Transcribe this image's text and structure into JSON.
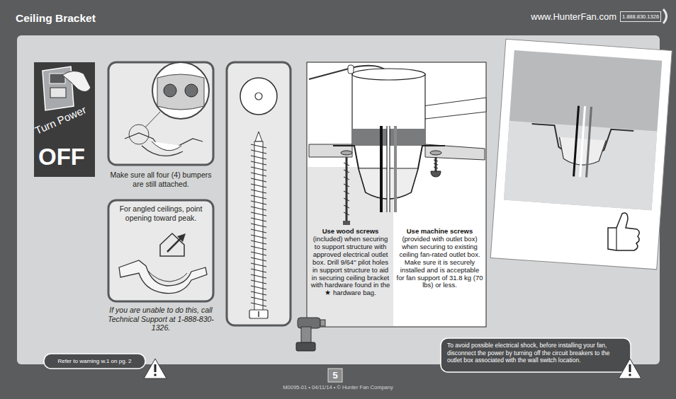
{
  "diagram": {
    "title": "Ceiling Bracket",
    "nodes": [
      {
        "text": [
          "1.888.830.1326"
        ]
      },
      {
        "text": [
          "Turn Power",
          "OFF"
        ]
      },
      {
        "text": [
          "Make sure all four (4) bumpers are still attached."
        ]
      },
      {
        "text": [
          "For angled ceilings, point opening toward peak.",
          "If you are unable to do this, call Technical Support at 1-888-830-1326."
        ]
      },
      {
        "text": [
          "Use wood screws",
          "(included) when securing to support structure with approved electrical outlet box. Drill 9/64\" pilot holes in support structure to aid in securing ceiling bracket with hardware found in the ★ hardware bag."
        ]
      },
      {
        "text": [
          "Use machine screws",
          "(provided with outlet box) when securing to existing ceiling fan-rated outlet box. Make sure it is securely installed and is acceptable for fan support of 31.8 kg (70 lbs) or less."
        ]
      },
      {
        "text": [
          "Refer to warning w.1 on pg. 2"
        ]
      },
      {
        "text": [
          "5"
        ]
      },
      {
        "text": [
          "To avoid possible electrical shock, before installing your fan, disconnect the power by turning off the circuit breakers to the outlet box associated with the wall switch location."
        ]
      }
    ],
    "labels": [
      "www.HunterFan.com",
      "M0095-01 • 04/11/14 • © Hunter Fan Company"
    ]
  }
}
